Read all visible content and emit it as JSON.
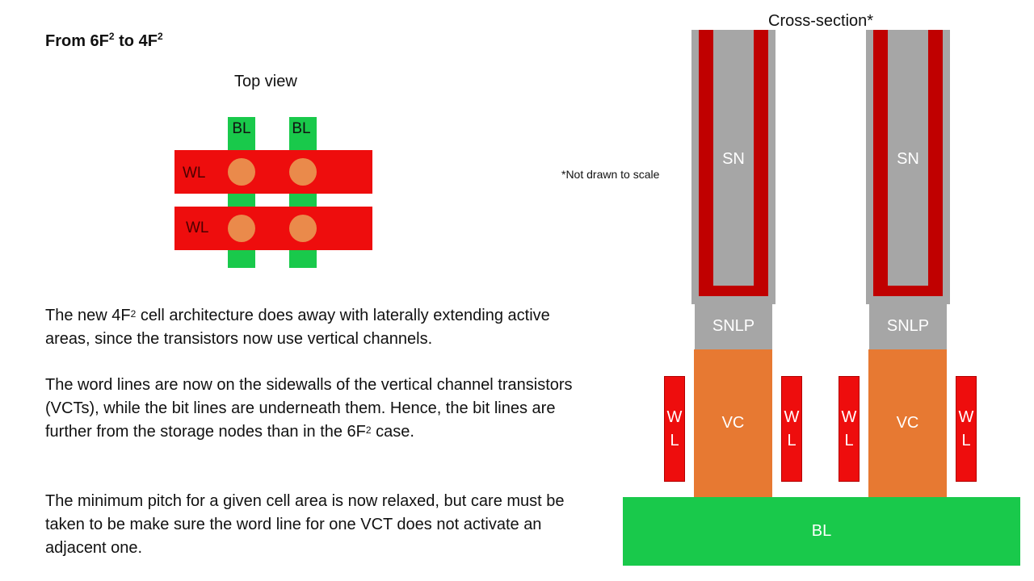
{
  "slide": {
    "title": {
      "base": "From 6F",
      "sup1": "2",
      "mid": " to 4F",
      "sup2": "2"
    }
  },
  "top_view": {
    "label": "Top view",
    "bit_line_label": "BL",
    "word_line_label": "WL"
  },
  "paragraphs": {
    "p1": {
      "part1": "The new 4F",
      "sup": "2",
      "part2": " cell architecture does away with laterally extending active areas, since the transistors now use vertical channels."
    },
    "p2": {
      "part1": "The word lines are now on the sidewalls of the vertical channel transistors (VCTs), while the bit lines are underneath them. Hence, the bit lines are further from the storage nodes than in the 6F",
      "sup": "2",
      "part2": " case."
    },
    "p3": {
      "text": "The minimum pitch for a given cell area is now relaxed, but care must be taken to be make sure the word line for one VCT does not activate an adjacent one."
    }
  },
  "cross_section": {
    "title": "Cross-section*",
    "note": "*Not drawn to scale",
    "sn_label": "SN",
    "snlp_label": "SNLP",
    "vc_label": "VC",
    "wl_line1": "W",
    "wl_line2": "L",
    "bl_label": "BL"
  },
  "colors": {
    "bit_line": "#19c94b",
    "word_line": "#ee0d0d",
    "contact": "#ea8a4b",
    "storage_node": "#a6a6a6",
    "storage_liner": "#c00000",
    "vertical_channel": "#e77932"
  }
}
